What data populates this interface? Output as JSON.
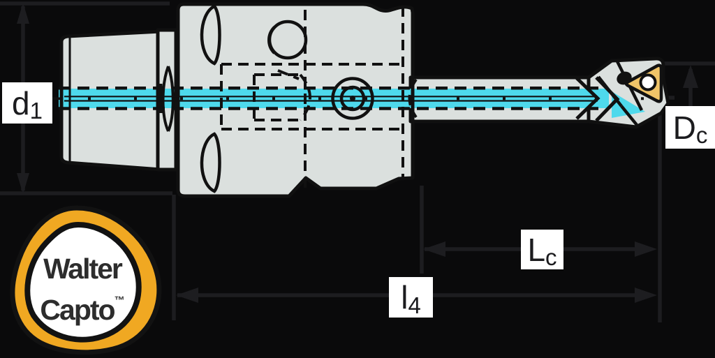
{
  "diagram": {
    "type": "technical-drawing",
    "dimensions": {
      "d1": {
        "base": "d",
        "sub": "1"
      },
      "dc": {
        "base": "D",
        "sub": "c"
      },
      "lc": {
        "base": "L",
        "sub": "c"
      },
      "l4": {
        "base": "l",
        "sub": "4"
      }
    },
    "logo": {
      "line1": "Walter",
      "line2": "Capto",
      "trademark": "™"
    },
    "colors": {
      "background": "#0a0a0b",
      "tool_fill": "#dbe0de",
      "outline": "#101010",
      "coolant_cyan": "#4ed9ec",
      "insert_yellow": "#f0c468",
      "logo_orange": "#f0a822",
      "dimension_line": "#1d1d20",
      "label_bg": "#ffffff",
      "label_text": "#1b1b1e"
    }
  }
}
